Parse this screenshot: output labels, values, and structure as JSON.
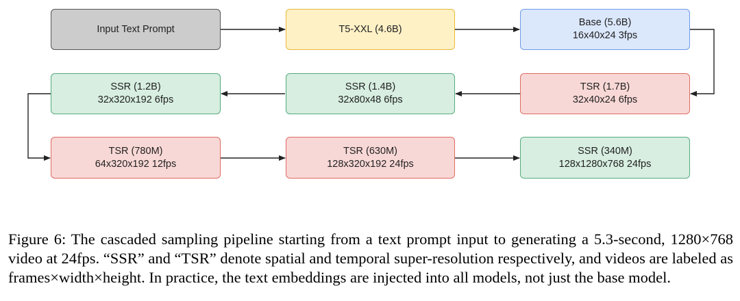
{
  "nodes": {
    "input": {
      "line1": "Input Text Prompt",
      "line2": ""
    },
    "t5": {
      "line1": "T5-XXL (4.6B)",
      "line2": ""
    },
    "base": {
      "line1": "Base (5.6B)",
      "line2": "16x40x24 3fps"
    },
    "tsr1": {
      "line1": "TSR (1.7B)",
      "line2": "32x40x24 6fps"
    },
    "ssr1": {
      "line1": "SSR (1.4B)",
      "line2": "32x80x48 6fps"
    },
    "ssr2": {
      "line1": "SSR (1.2B)",
      "line2": "32x320x192 6fps"
    },
    "tsr2": {
      "line1": "TSR (780M)",
      "line2": "64x320x192 12fps"
    },
    "tsr3": {
      "line1": "TSR (630M)",
      "line2": "128x320x192 24fps"
    },
    "ssr3": {
      "line1": "SSR (340M)",
      "line2": "128x1280x768 24fps"
    }
  },
  "colors": {
    "gray": "#cccccc",
    "yellow": "#fff1c6",
    "blue": "#dbe7fb",
    "red": "#f8d8d6",
    "green": "#d7eee1",
    "arrow": "#222222"
  },
  "caption": "Figure 6: The cascaded sampling pipeline starting from a text prompt input to generating a 5.3-second, 1280×768 video at 24fps. “SSR” and “TSR” denote spatial and temporal super-resolution respectively, and videos are labeled as frames×width×height. In practice, the text embeddings are injected into all models, not just the base model."
}
